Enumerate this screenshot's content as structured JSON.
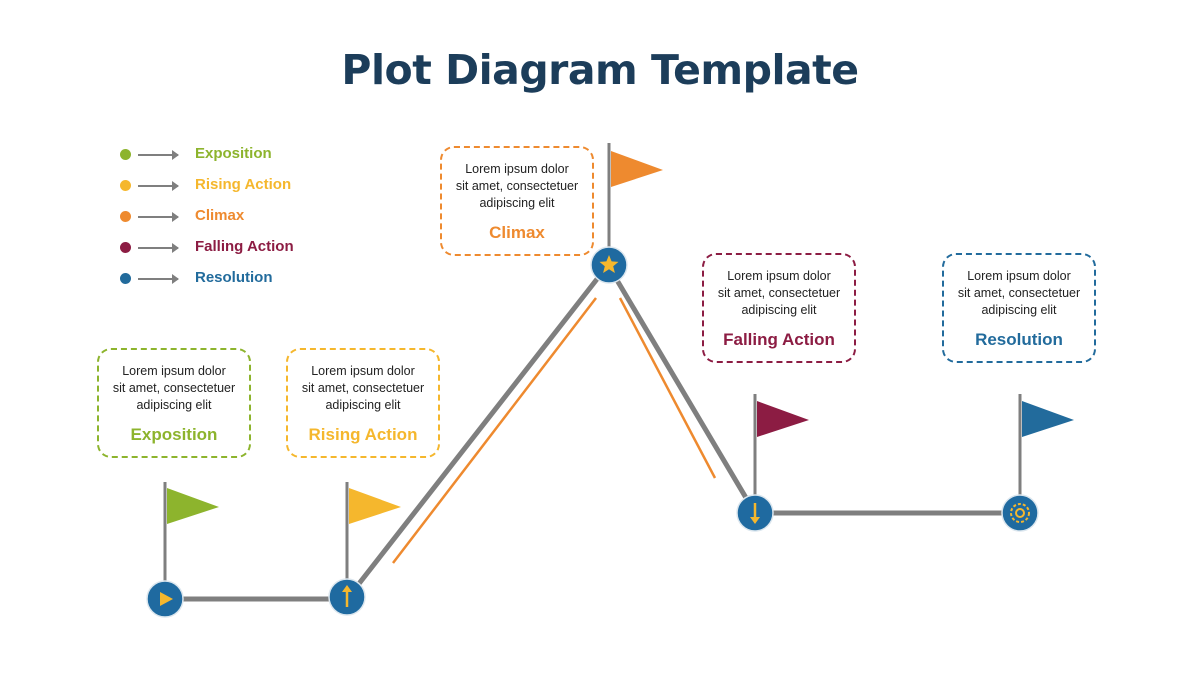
{
  "title": "Plot Diagram Template",
  "legend": [
    {
      "label": "Exposition",
      "color": "#8db42d"
    },
    {
      "label": "Rising Action",
      "color": "#f5b72d"
    },
    {
      "label": "Climax",
      "color": "#ee8a2f"
    },
    {
      "label": "Falling Action",
      "color": "#8c1c43"
    },
    {
      "label": "Resolution",
      "color": "#226b9c"
    }
  ],
  "cards": [
    {
      "text_line1": "Lorem ipsum dolor",
      "text_line2": "sit amet, consectetuer",
      "text_line3": "adipiscing elit",
      "label": "Exposition",
      "color": "#8db42d"
    },
    {
      "text_line1": "Lorem ipsum dolor",
      "text_line2": "sit amet, consectetuer",
      "text_line3": "adipiscing elit",
      "label": "Rising Action",
      "color": "#f5b72d"
    },
    {
      "text_line1": "Lorem ipsum dolor",
      "text_line2": "sit amet, consectetuer",
      "text_line3": "adipiscing elit",
      "label": "Climax",
      "color": "#ee8a2f"
    },
    {
      "text_line1": "Lorem ipsum dolor",
      "text_line2": "sit amet, consectetuer",
      "text_line3": "adipiscing elit",
      "label": "Falling Action",
      "color": "#8c1c43"
    },
    {
      "text_line1": "Lorem ipsum dolor",
      "text_line2": "sit amet, consectetuer",
      "text_line3": "adipiscing elit",
      "label": "Resolution",
      "color": "#226b9c"
    }
  ],
  "nodes": [
    {
      "icon": "play-icon"
    },
    {
      "icon": "arrow-up-icon"
    },
    {
      "icon": "star-icon"
    },
    {
      "icon": "arrow-down-icon"
    },
    {
      "icon": "target-icon"
    }
  ],
  "colors": {
    "title": "#1c3d5a",
    "line": "#7f7f7f",
    "node_fill": "#1f6aa0",
    "icon": "#f5b72d",
    "climax_accent": "#ee8a2f"
  }
}
